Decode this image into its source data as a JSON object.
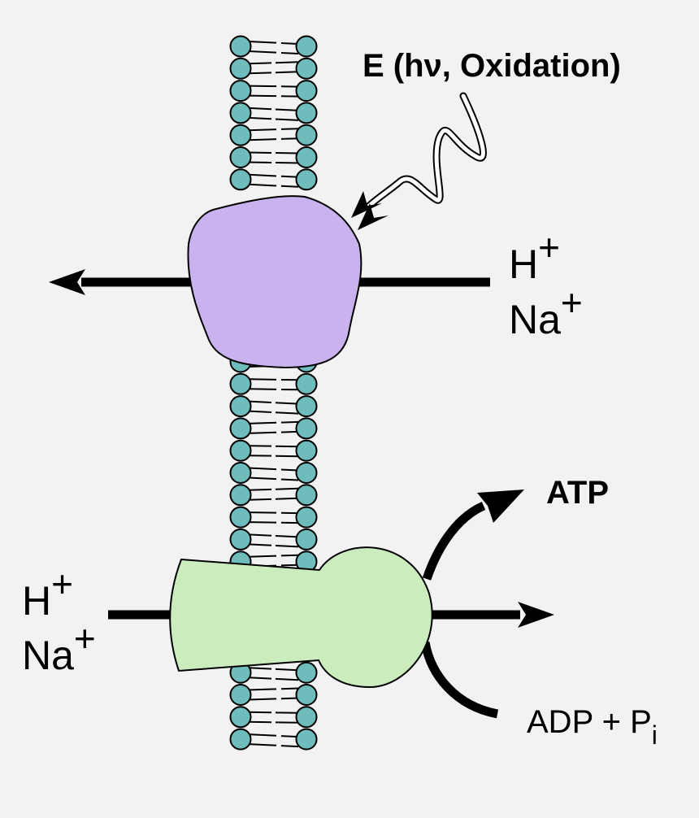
{
  "energy_label": "E (hν, Oxidation)",
  "top_ions": {
    "h_base": "H",
    "h_charge": "+",
    "na_base": "Na",
    "na_charge": "+"
  },
  "bottom_ions": {
    "h_base": "H",
    "h_charge": "+",
    "na_base": "Na",
    "na_charge": "+"
  },
  "atp_label": "ATP",
  "adp_label": "ADP + P",
  "adp_subscript": "i",
  "colors": {
    "background": "#f2f2f2",
    "lipid_head": "#6fbcbd",
    "pump_protein": "#c9b2ee",
    "atp_synthase": "#cbedbd",
    "outline": "#000000"
  }
}
